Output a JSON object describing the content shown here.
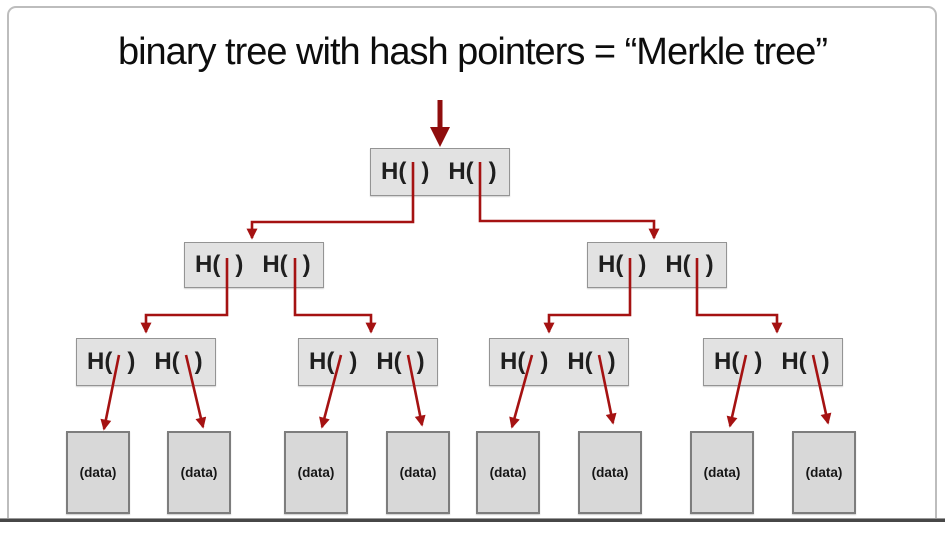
{
  "title": "binary tree with hash pointers = “Merkle tree”",
  "labels": {
    "hash_open": "H(",
    "hash_close": ")",
    "leaf": "(data)"
  },
  "structure": {
    "hash_node_count": 7,
    "hash_slots_per_node": 2,
    "leaf_node_count": 8,
    "tree_levels": 4
  },
  "colors": {
    "arrow_red": "#a51212",
    "root_arrow_red": "#8f0d0d",
    "hash_node_fill": "#e2e2e2",
    "hash_node_border": "#949494",
    "leaf_fill": "#d8d8d8",
    "leaf_border": "#7d7d7d",
    "frame_border": "#bdbdbd",
    "bottom_rule": "#474747",
    "background": "#ffffff",
    "text": "#0d0d0d"
  }
}
